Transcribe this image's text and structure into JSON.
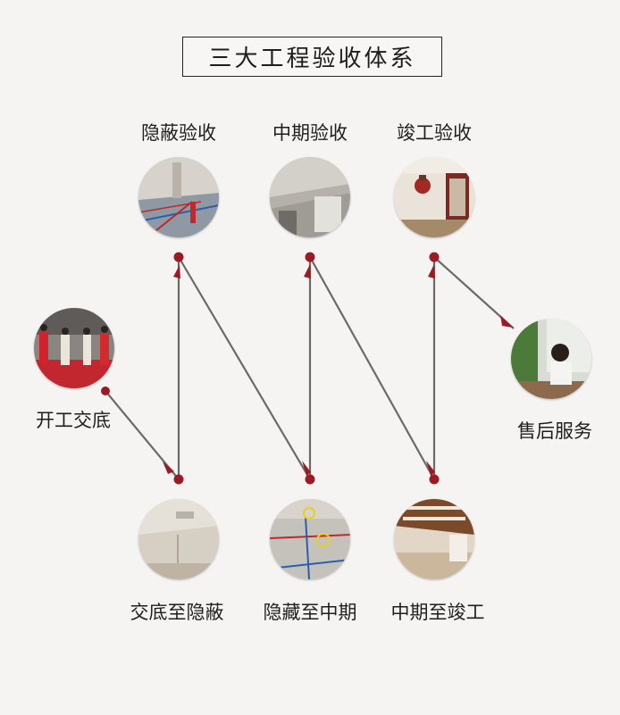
{
  "title": "三大工程验收体系",
  "stages": {
    "hidden_acceptance": "隐蔽验收",
    "mid_acceptance": "中期验收",
    "completion_acceptance": "竣工验收",
    "kickoff_handover": "开工交底",
    "after_sales": "售后服务",
    "handover_to_hidden": "交底至隐蔽",
    "hidden_to_mid": "隐藏至中期",
    "mid_to_completion": "中期至竣工"
  },
  "colors": {
    "accent": "#9b1b24",
    "line": "#6a6a6a",
    "background": "#f5f4f2"
  },
  "icons": [
    "arrow-head-icon",
    "node-dot-icon"
  ]
}
